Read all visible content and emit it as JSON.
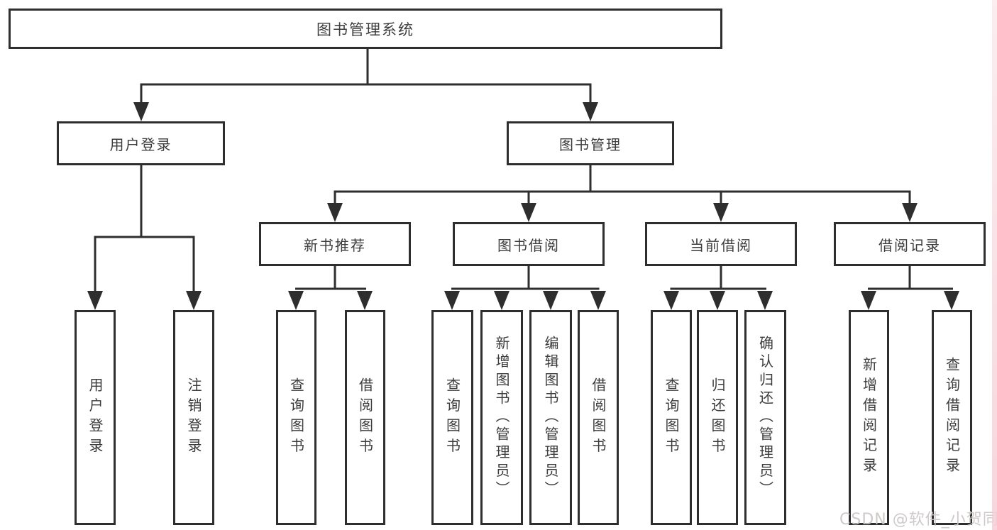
{
  "diagram": {
    "title_node": "图书管理系统",
    "level2": {
      "login": "用户登录",
      "management": "图书管理"
    },
    "level3": {
      "new_books": "新书推荐",
      "book_borrow": "图书借阅",
      "current_borrow": "当前借阅",
      "borrow_records": "借阅记录"
    },
    "leaves": {
      "login": [
        "用户登录",
        "注销登录"
      ],
      "new_books": [
        "查询图书",
        "借阅图书"
      ],
      "book_borrow": [
        "查询图书",
        "新增图书（管理员）",
        "编辑图书（管理员）",
        "借阅图书"
      ],
      "current_borrow": [
        "查询图书",
        "归还图书",
        "确认归还（管理员）"
      ],
      "borrow_records": [
        "新增借阅记录",
        "查询借阅记录"
      ]
    }
  },
  "watermark": {
    "text": "CSDN @软件_小贺同学",
    "color": "#cbc4c4"
  },
  "colors": {
    "line": "#2e2e2e",
    "box_border": "#2e2e2e",
    "box_fill": "#ffffff",
    "text": "#3c3c3c",
    "right_edge_tint": "#f6ced6"
  }
}
